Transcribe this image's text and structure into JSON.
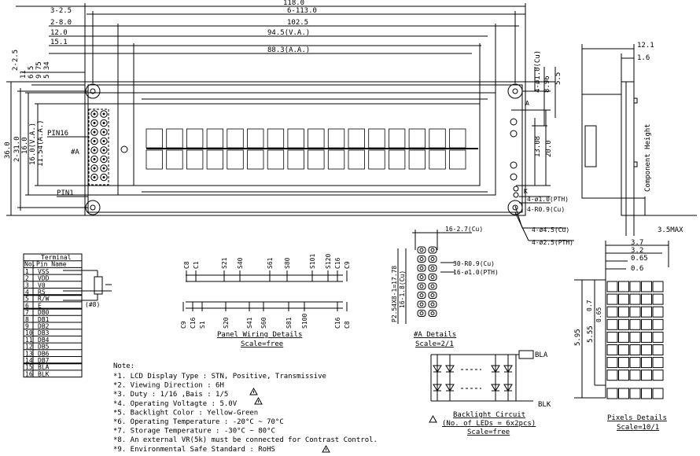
{
  "top_dims": [
    "118.0",
    "3-2.5",
    "6-113.0",
    "2-8.0",
    "102.5",
    "12.0",
    "94.5(V.A.)",
    "15.1",
    "88.3(A.A.)"
  ],
  "left_dims": [
    "2-2.5",
    "11",
    "6.5",
    "9.75",
    "5.34",
    "36.0",
    "2-31.0",
    "16.0",
    "16.0(V.A.)",
    "11.54(A.A.)"
  ],
  "right_dims": [
    "4-ø1.0(Cu)",
    "8.96",
    "5.5",
    "13.08",
    "20.0"
  ],
  "hole_labels": [
    "4-ø1.0(PTH)",
    "4-R0.9(Cu)",
    "4-ø4.5(Cu)",
    "4-ø2.5(PTH)",
    "A",
    "K"
  ],
  "pin_labels": {
    "pin16": "PIN16",
    "pin1": "PIN1",
    "detail_a": "#A"
  },
  "side_view": {
    "dim_top": "12.1",
    "dim_sub": "1.6",
    "component_height": "Component Height",
    "max_dim": "3.5MAX"
  },
  "wiring": {
    "top_labels": [
      "C8",
      "C1",
      "S21",
      "S40",
      "S61",
      "S80",
      "S101",
      "S120",
      "C16",
      "C9"
    ],
    "bottom_labels": [
      "C9",
      "C16",
      "S1",
      "S20",
      "S41",
      "S60",
      "S81",
      "S100",
      "C16",
      "C8"
    ],
    "title": "Panel Wiring Details",
    "scale": "Scale=free"
  },
  "a_details": {
    "dims": [
      "16-2.7(Cu)",
      "30-R0.9(Cu)",
      "16-ø1.0(PTH)",
      "P2.54X8-1=17.78",
      "16-1.8(Cu)"
    ],
    "title": "#A Details",
    "scale": "Scale=2/1"
  },
  "backlight": {
    "bla": "BLA",
    "blk": "BLK",
    "title": "Backlight Circuit",
    "subtitle": "(No. of LEDs = 6x2pcs)",
    "scale": "Scale=free"
  },
  "pixels": {
    "dims": [
      "3.7",
      "3.2",
      "0.65",
      "0.6",
      "5.95",
      "5.55",
      "0.7",
      "0.65"
    ],
    "title": "Pixels Details",
    "scale": "Scale=10/1"
  },
  "terminal": {
    "header": "Terminal",
    "col_no": "No.",
    "col_name": "Pin Name",
    "vr_note": "(#8)",
    "rows": [
      {
        "no": "1",
        "name": "VSS"
      },
      {
        "no": "2",
        "name": "VDD"
      },
      {
        "no": "3",
        "name": "V0"
      },
      {
        "no": "4",
        "name": "RS"
      },
      {
        "no": "5",
        "name": "R/W"
      },
      {
        "no": "6",
        "name": "E"
      },
      {
        "no": "7",
        "name": "DB0"
      },
      {
        "no": "8",
        "name": "DB1"
      },
      {
        "no": "9",
        "name": "DB2"
      },
      {
        "no": "10",
        "name": "DB3"
      },
      {
        "no": "11",
        "name": "DB4"
      },
      {
        "no": "12",
        "name": "DB5"
      },
      {
        "no": "13",
        "name": "DB6"
      },
      {
        "no": "14",
        "name": "DB7"
      },
      {
        "no": "15",
        "name": "BLA"
      },
      {
        "no": "16",
        "name": "BLK"
      }
    ]
  },
  "notes": {
    "heading": "Note:",
    "items": [
      "*1. LCD Display Type : STN, Positive, Transmissive",
      "*2. Viewing Direction : 6H",
      "*3. Duty : 1/16 ,Bais : 1/5",
      "*4. Operating Voltagte : 5.0V",
      "*5. Backlight Color : Yellow-Green",
      "*6. Operating Temperature : -20°C ~ 70°C",
      "*7. Storage Temperature : -30°C ~ 80°C",
      "*8. An external VR(5k) must be connected for Contrast Control.",
      "*9. Environmental Safe Standard : RoHS"
    ]
  }
}
